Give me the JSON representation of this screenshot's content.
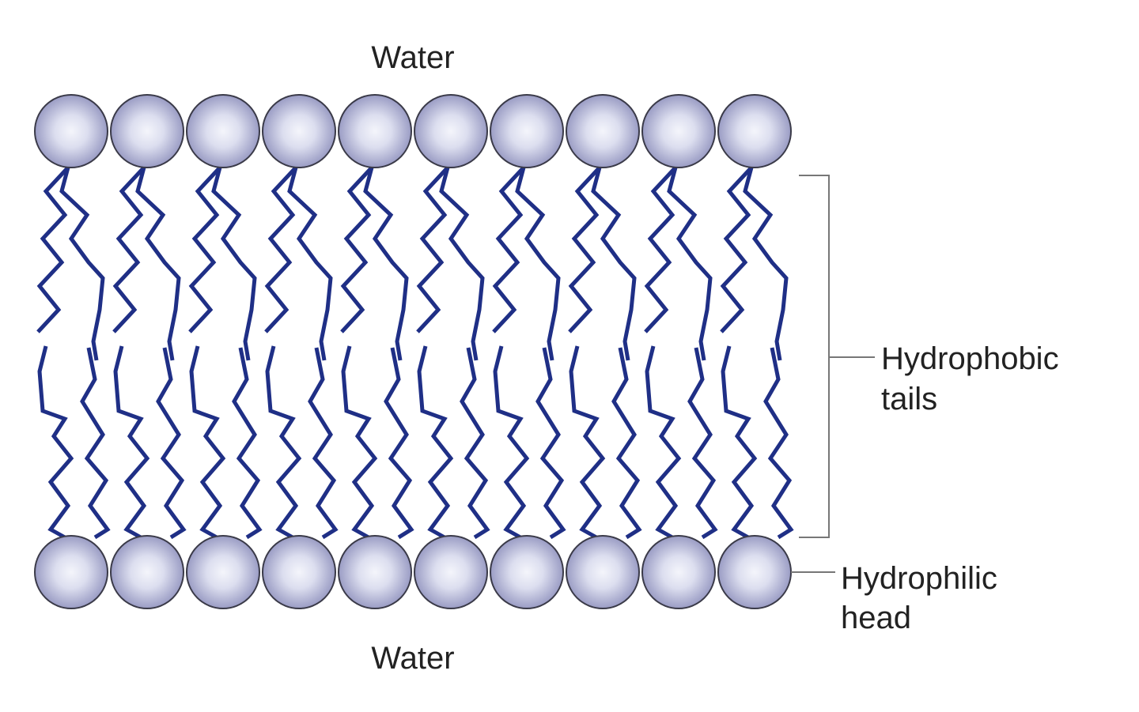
{
  "labels": {
    "water_top": "Water",
    "water_bottom": "Water",
    "tails_line1": "Hydrophobic",
    "tails_line2": "tails",
    "head_line1": "Hydrophilic",
    "head_line2": "head"
  },
  "structure": {
    "heads_per_layer": 10,
    "layers": 2
  },
  "colors": {
    "head_fill_center": "#f4f5fb",
    "head_fill_edge": "#9a9cc4",
    "head_stroke": "#3a3a48",
    "tail_stroke": "#1f2f86",
    "bracket_stroke": "#777777"
  }
}
